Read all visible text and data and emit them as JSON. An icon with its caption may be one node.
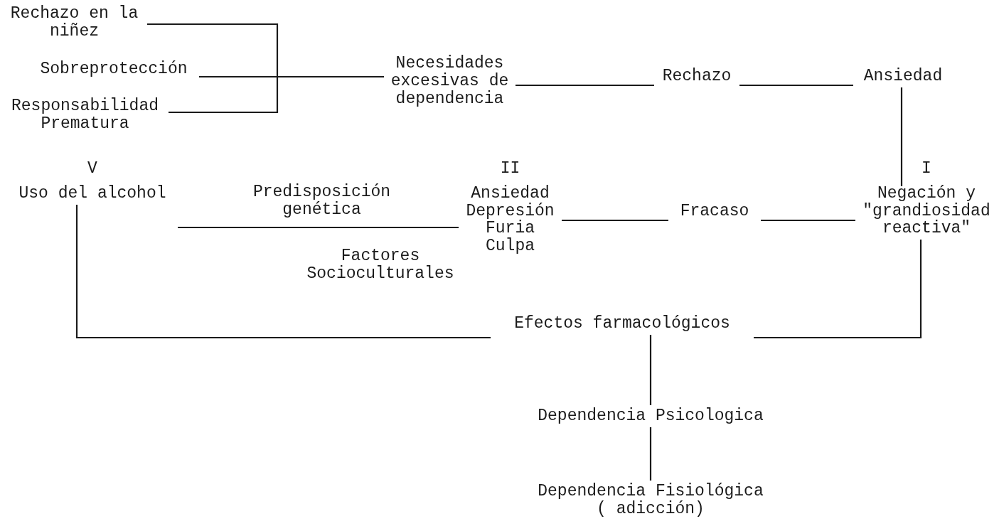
{
  "diagram": {
    "nodes": [
      {
        "text": [
          "Rechazo en la niñez"
        ]
      },
      {
        "text": [
          "Sobreprotección"
        ]
      },
      {
        "text": [
          "Responsabilidad Prematura"
        ]
      },
      {
        "text": [
          "Necesidades excesivas de dependencia"
        ]
      },
      {
        "text": [
          "Rechazo"
        ]
      },
      {
        "text": [
          "Ansiedad"
        ]
      },
      {
        "text": [
          "V",
          "Uso del alcohol"
        ]
      },
      {
        "text": [
          "II",
          "Ansiedad Depresión Furia Culpa"
        ]
      },
      {
        "text": [
          "Fracaso"
        ]
      },
      {
        "text": [
          "I",
          "Negación y \"grandiosidad reactiva\""
        ]
      },
      {
        "text": [
          "Efectos farmacológicos"
        ]
      },
      {
        "text": [
          "Dependencia Psicologica"
        ]
      },
      {
        "text": [
          "Dependencia Fisiológica ( adicción)"
        ]
      }
    ],
    "edges": [
      {
        "from": 0,
        "to": 3,
        "arrow": "none"
      },
      {
        "from": 1,
        "to": 3,
        "arrow": "none"
      },
      {
        "from": 2,
        "to": 3,
        "arrow": "none"
      },
      {
        "from": 3,
        "to": 4,
        "arrow": "none"
      },
      {
        "from": 4,
        "to": 5,
        "arrow": "none"
      },
      {
        "from": 5,
        "to": 9,
        "arrow": "none"
      },
      {
        "from": 9,
        "to": 8,
        "arrow": "none"
      },
      {
        "from": 8,
        "to": 7,
        "arrow": "none"
      },
      {
        "from": 7,
        "to": 6,
        "label": "Predisposición genética",
        "arrow": "none"
      },
      {
        "from": 9,
        "to": 10,
        "arrow": "none"
      },
      {
        "from": 6,
        "to": 10,
        "arrow": "none"
      },
      {
        "from": 10,
        "to": 11,
        "arrow": "none"
      },
      {
        "from": 11,
        "to": 12,
        "arrow": "none"
      }
    ],
    "labels": [
      "Factores Socioculturales"
    ]
  }
}
